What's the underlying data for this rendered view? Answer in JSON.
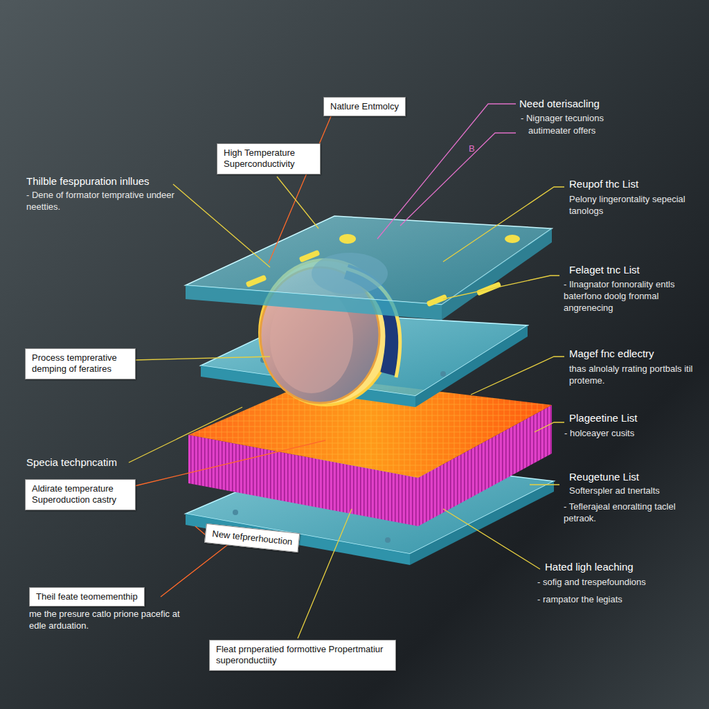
{
  "diagram": {
    "nodes": [
      {
        "text": [
          "Natlure Entmolcy"
        ]
      },
      {
        "text": [
          "High Temperature Superconductivity"
        ]
      },
      {
        "text": [
          "Process temprerative demping of feratires"
        ]
      },
      {
        "text": [
          "Aldirate temperature Superoduction castry"
        ]
      },
      {
        "text": [
          "New tefprerhouction"
        ]
      },
      {
        "text": [
          "Theil feate teomementhip",
          "me the presure catlo prione pacefic at edle arduation."
        ]
      },
      {
        "text": [
          "Fleat prnperatied formottive Propertmatiur superonductiity"
        ]
      }
    ],
    "edges": [],
    "labels": [
      "Need oterisacling",
      "- Nignager tecunions",
      "autimeater offers",
      "B",
      "Thilble fesppuration inllues",
      "- Dene of formator temprative undeer neetties.",
      "Reupof thc List",
      "Pelony lingerontality sepecial tanologs",
      "Felaget tnc List",
      "- Ilnagnator fonnorality entls baterfono doolg fronmal angrenecing",
      "Magef fnc edlectry",
      "thas alnolaly rrating portbals itil proteme.",
      "Plageetine List",
      "- holceayer cusits",
      "Specia techpncatim",
      "Reugetune List",
      "Softerspler ad tnertalts",
      "- Teflerajeal enoralting taclel petraok.",
      "Hated ligh leaching",
      "- sofig and trespefoundions",
      "- rampator the legiats"
    ]
  }
}
